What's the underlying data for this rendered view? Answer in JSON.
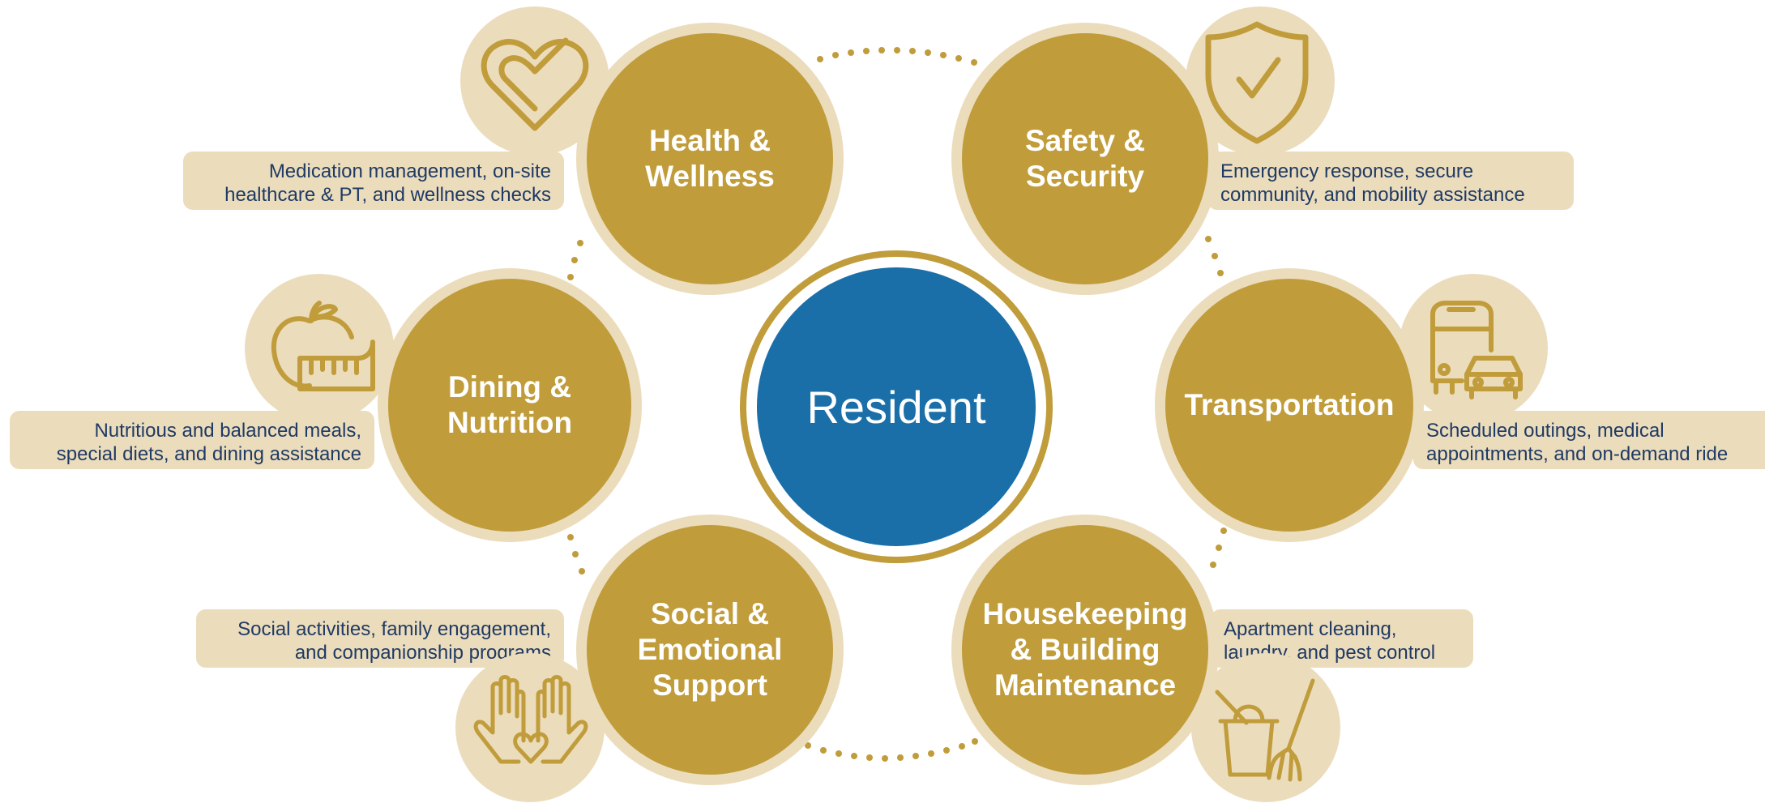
{
  "center": {
    "label": "Resident"
  },
  "colors": {
    "gold": "#c09c3b",
    "sand": "#ebdcbc",
    "blue": "#1a6fa8",
    "text": "#1f3a64"
  },
  "services": [
    {
      "key": "health",
      "title": [
        "Health &",
        "Wellness"
      ],
      "desc": [
        "Medication management, on-site",
        "healthcare & PT, and wellness checks"
      ],
      "icon": "heart-check-icon"
    },
    {
      "key": "safety",
      "title": [
        "Safety &",
        "Security"
      ],
      "desc": [
        "Emergency response, secure",
        "community, and mobility assistance"
      ],
      "icon": "shield-check-icon"
    },
    {
      "key": "dining",
      "title": [
        "Dining &",
        "Nutrition"
      ],
      "desc": [
        "Nutritious and balanced meals,",
        "special diets, and dining assistance"
      ],
      "icon": "apple-measuring-tape-icon"
    },
    {
      "key": "transport",
      "title": [
        "Transportation"
      ],
      "desc": [
        "Scheduled outings, medical",
        "appointments, and on-demand ride"
      ],
      "icon": "bus-car-icon"
    },
    {
      "key": "social",
      "title": [
        "Social &",
        "Emotional",
        "Support"
      ],
      "desc": [
        "Social activities, family engagement,",
        "and companionship programs"
      ],
      "icon": "hands-heart-icon"
    },
    {
      "key": "housekeeping",
      "title": [
        "Housekeeping",
        "& Building",
        "Maintenance"
      ],
      "desc": [
        "Apartment cleaning,",
        "laundry, and pest control"
      ],
      "icon": "bucket-broom-icon"
    }
  ]
}
